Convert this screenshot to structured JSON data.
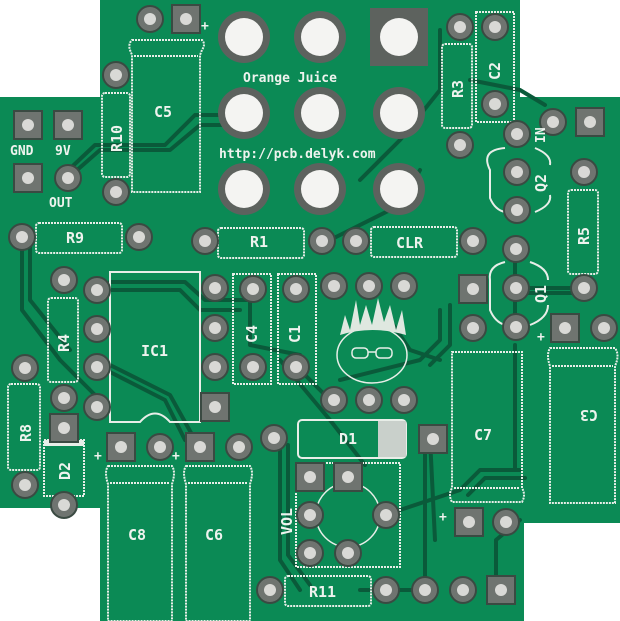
{
  "board": {
    "title": "Orange Juice",
    "url": "http://pcb.delyk.com",
    "colors": {
      "soldermask": "#0b8a55",
      "soldermask_dark": "#087a4b",
      "silkscreen": "#e8eee8",
      "pad": "#6f7470",
      "hole": "#e4e4e2",
      "background": "#ffffff"
    }
  },
  "power_labels": {
    "gnd": "GND",
    "nine_v": "9V",
    "out": "OUT",
    "in": "IN"
  },
  "components": {
    "r1": "R1",
    "r3": "R3",
    "r4": "R4",
    "r5": "R5",
    "r8": "R8",
    "r9": "R9",
    "r10": "R10",
    "r11": "R11",
    "c1": "C1",
    "c2": "C2",
    "c3": "C3",
    "c4": "C4",
    "c5": "C5",
    "c6": "C6",
    "c7": "C7",
    "c8": "C8",
    "d1": "D1",
    "d2": "D2",
    "q1": "Q1",
    "q2": "Q2",
    "ic1": "IC1",
    "clr": "CLR",
    "vol": "VOL"
  },
  "polarity_marks": {
    "plus": "+"
  }
}
